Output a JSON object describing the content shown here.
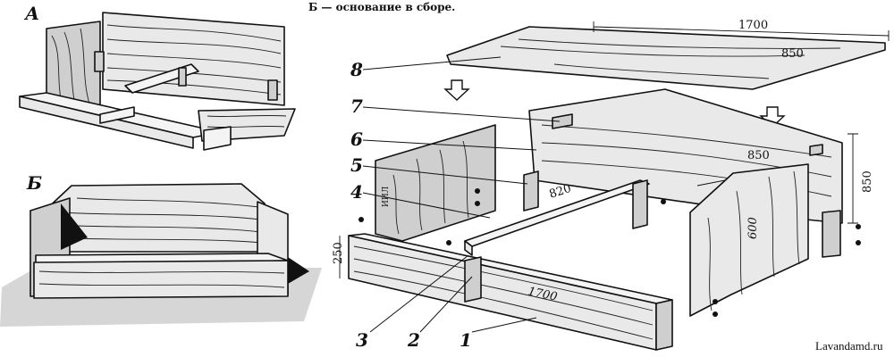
{
  "figure": {
    "label_a": "А",
    "label_b": "Б",
    "caption": "Б — основание в сборе.",
    "watermark": "Lavandamd.ru"
  },
  "dimensions": {
    "top_length": "1700",
    "top_depth": "850",
    "back_depth": "850",
    "back_height": "850",
    "rail_length": "820",
    "side_height": "600",
    "front_height": "250",
    "front_length": "1700"
  },
  "parts": [
    "1",
    "2",
    "3",
    "4",
    "5",
    "6",
    "7",
    "8"
  ]
}
